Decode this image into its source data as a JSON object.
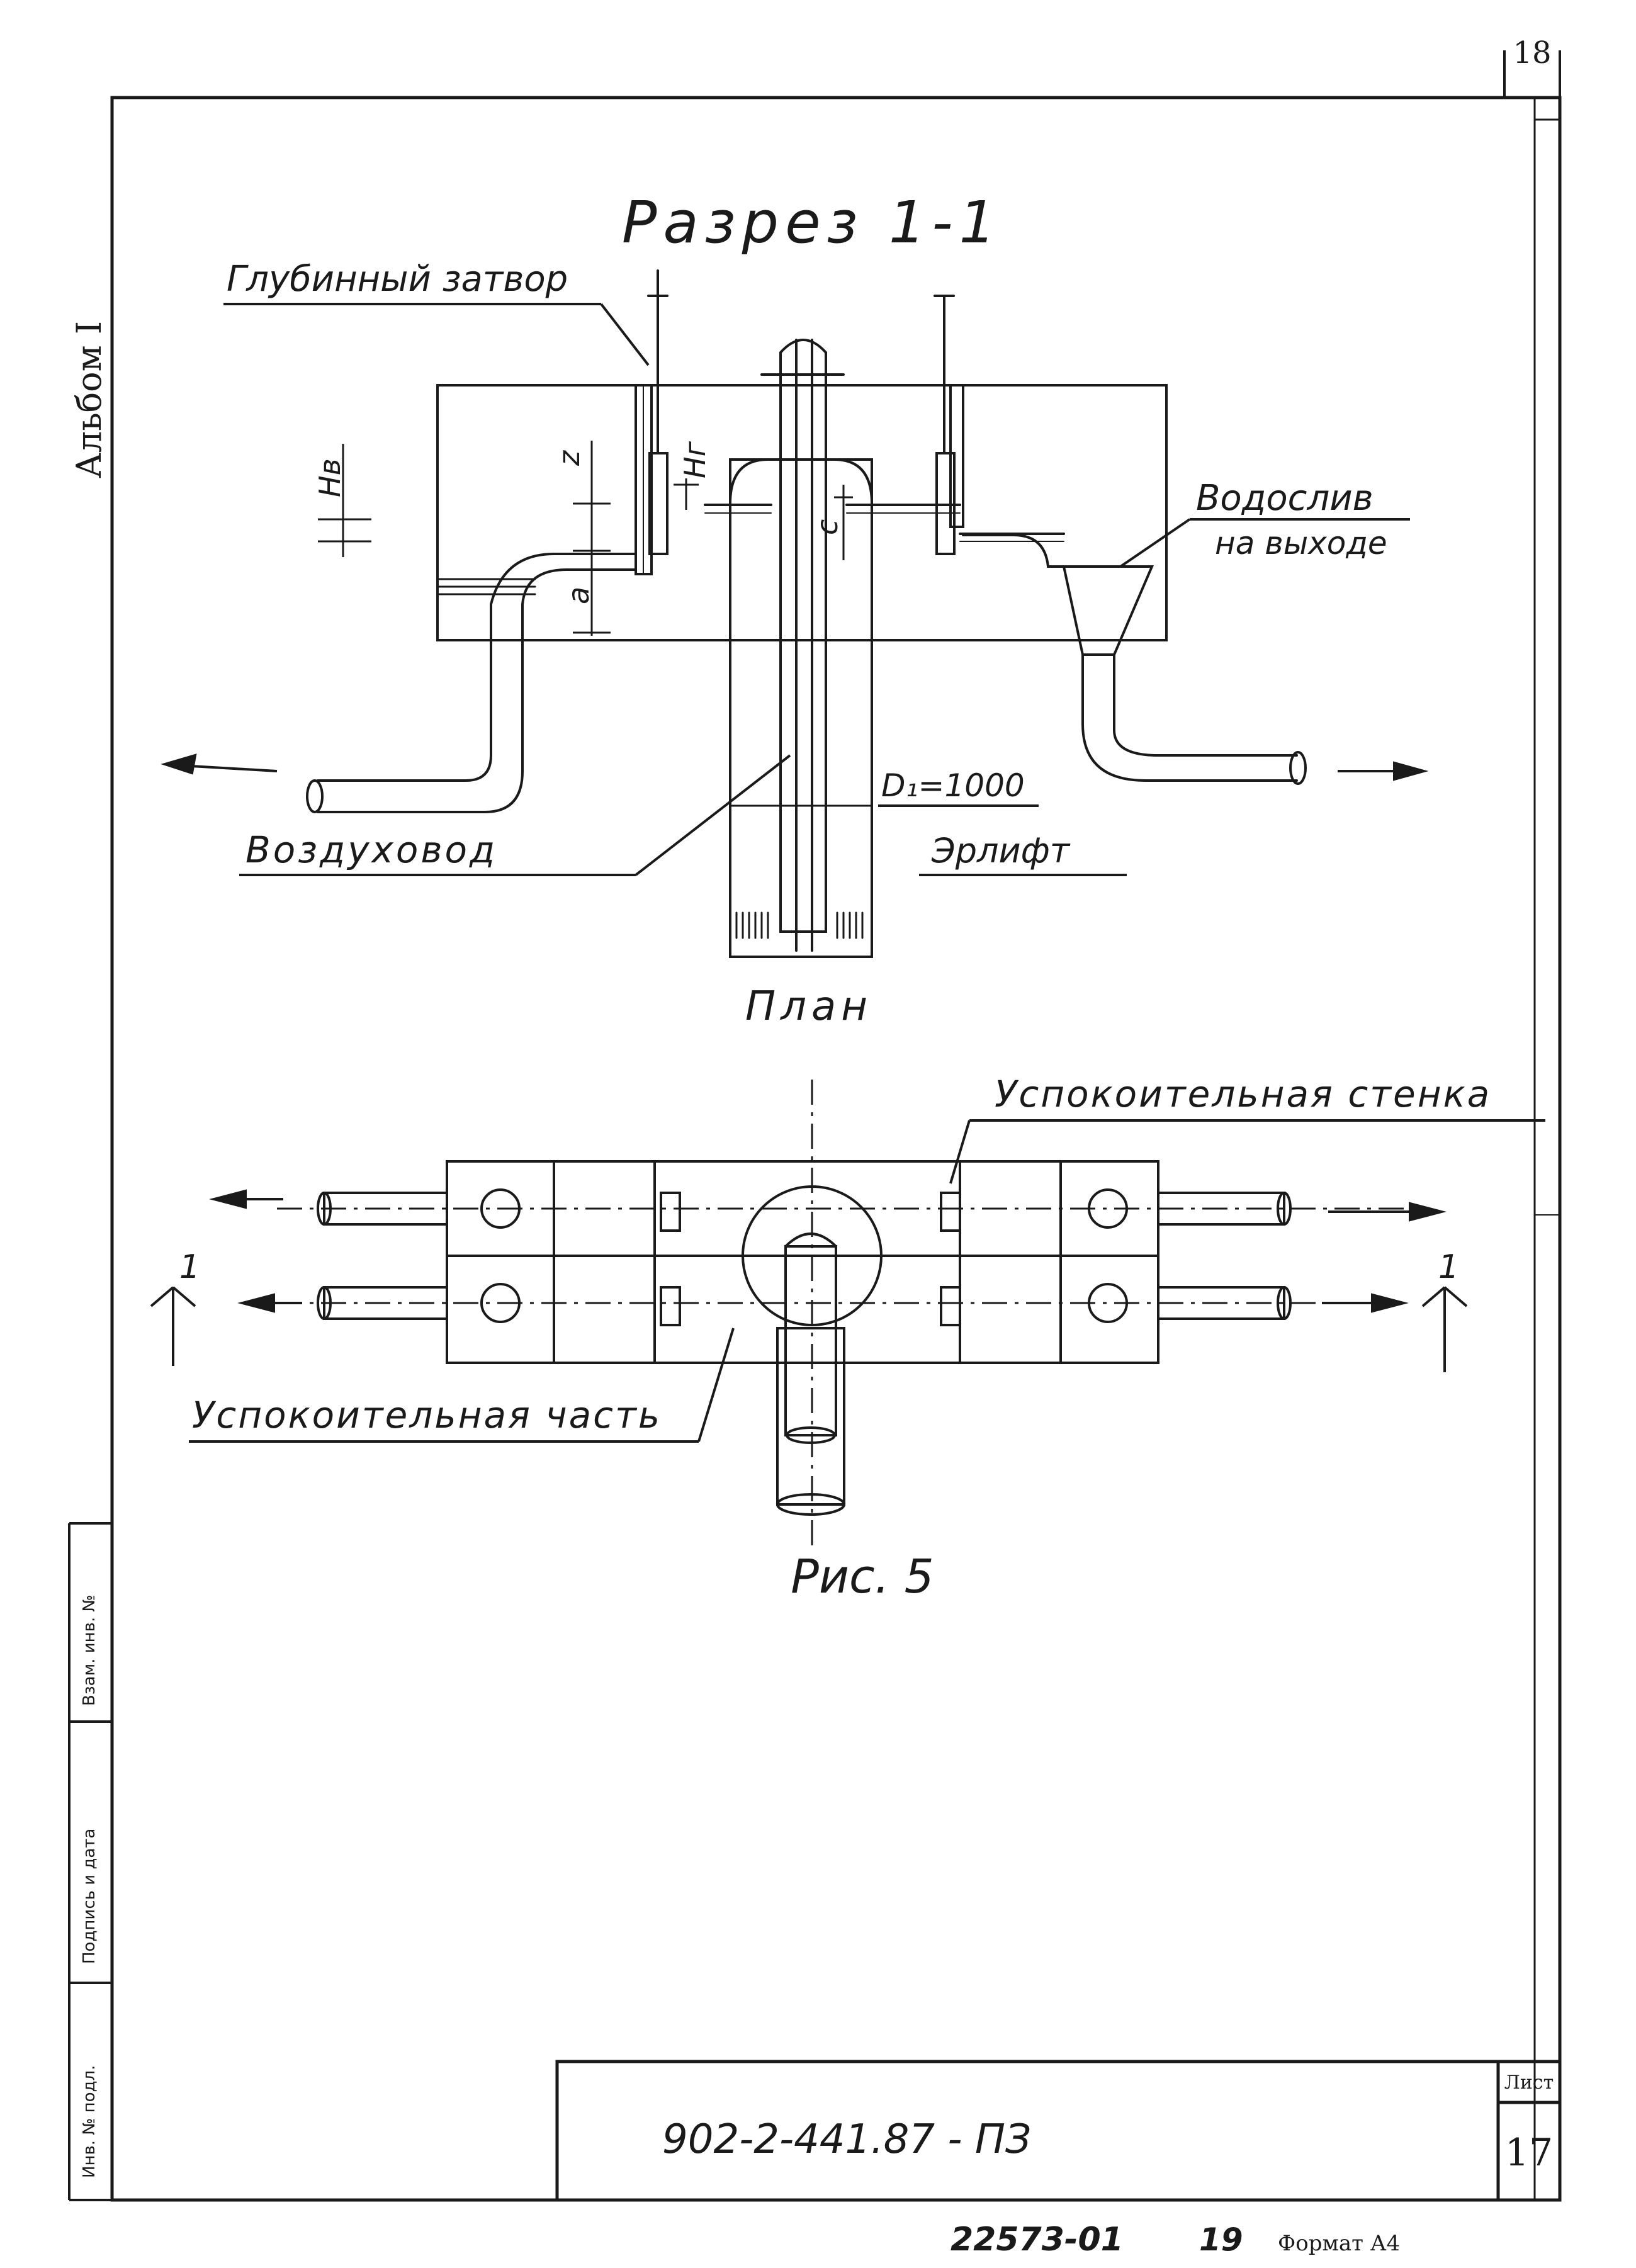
{
  "page_corner_number": "18",
  "album_label": "Альбом I",
  "section_title": "Разрез 1-1",
  "plan_title": "План",
  "figure_caption": "Рис. 5",
  "callouts": {
    "deep_gate": "Глубинный затвор",
    "outlet_weir_line1": "Водослив",
    "outlet_weir_line2": "на выходе",
    "air_duct": "Воздуховод",
    "airlift": "Эрлифт",
    "diameter": "D₁=1000",
    "stilling_wall": "Успокоительная стенка",
    "stilling_part": "Успокоительная часть"
  },
  "dimension_labels": {
    "hv": "Hв",
    "z": "z",
    "hg": "Hг",
    "a": "a",
    "c": "c"
  },
  "section_marks": {
    "left": "1",
    "right": "1"
  },
  "title_block": {
    "document_code": "902-2-441.87 - ПЗ",
    "sheet_label": "Лист",
    "sheet_number": "17"
  },
  "footer": {
    "inventory_number": "22573-01",
    "page_number": "19",
    "format": "Формат А4"
  },
  "side_stamp_labels": [
    "Взам. инв. №",
    "Подпись и дата",
    "Инв. № подл."
  ],
  "colors": {
    "ink": "#1a1a1a",
    "paper": "#ffffff"
  }
}
